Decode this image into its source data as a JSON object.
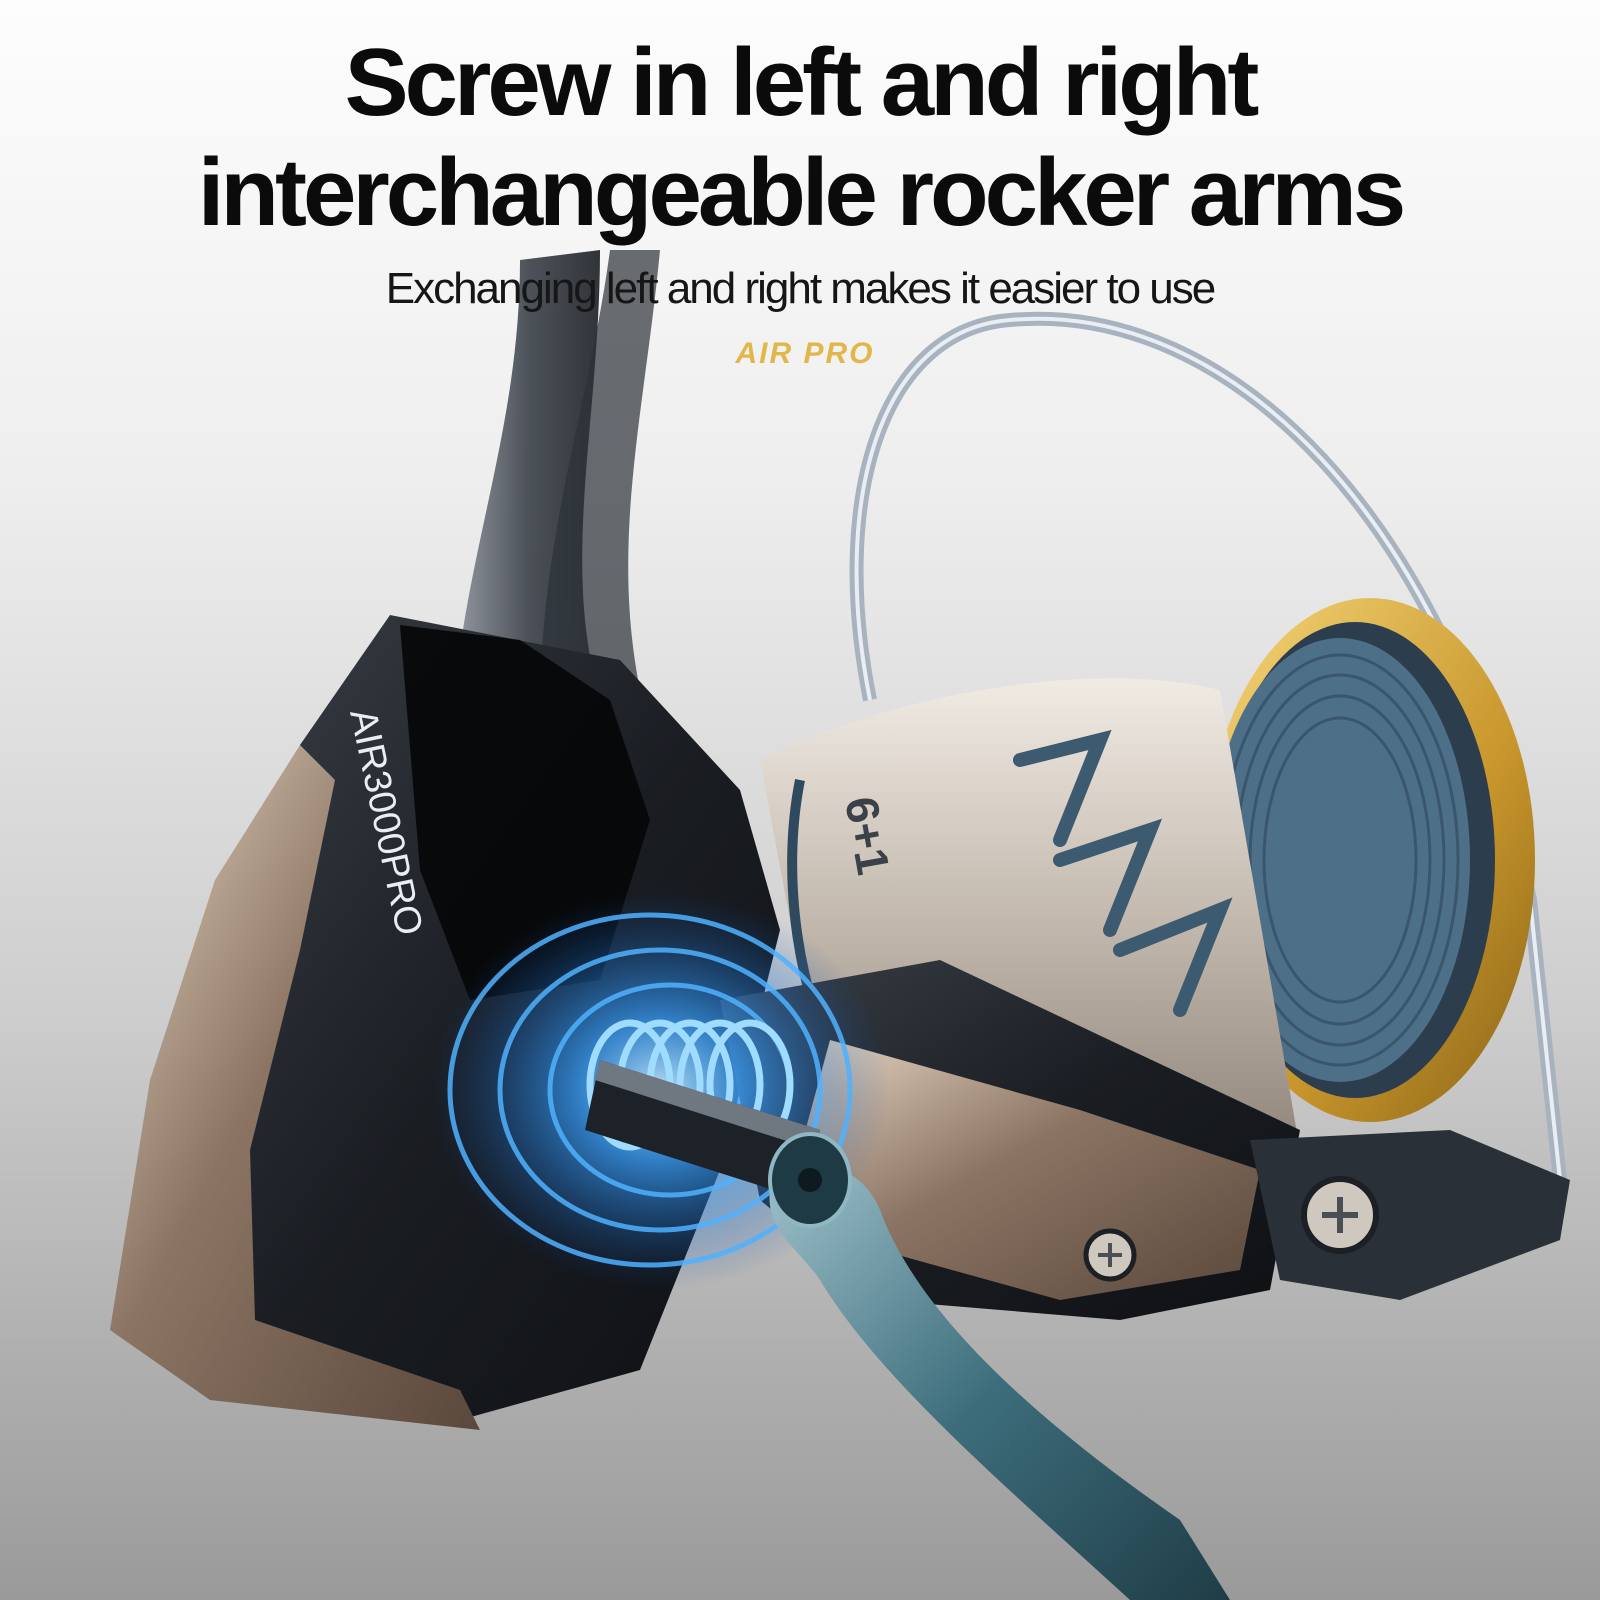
{
  "headline": {
    "line1": "Screw in left and right",
    "line2": "interchangeable rocker arms"
  },
  "subline": "Exchanging left and right makes it easier to use",
  "brand_mark": "AIR PRO",
  "reel": {
    "model_label": "AIR3000PRO",
    "spool_marking": "6+1"
  },
  "colors": {
    "text": "#0b0b0b",
    "brand_gold": "#e3b64a",
    "frame_dark": "#20252c",
    "spool_silver": "#cfc8bf",
    "line_blue": "#4e6f88",
    "glow_blue": "#2f9bff",
    "arm_teal": "#4a7a88"
  }
}
